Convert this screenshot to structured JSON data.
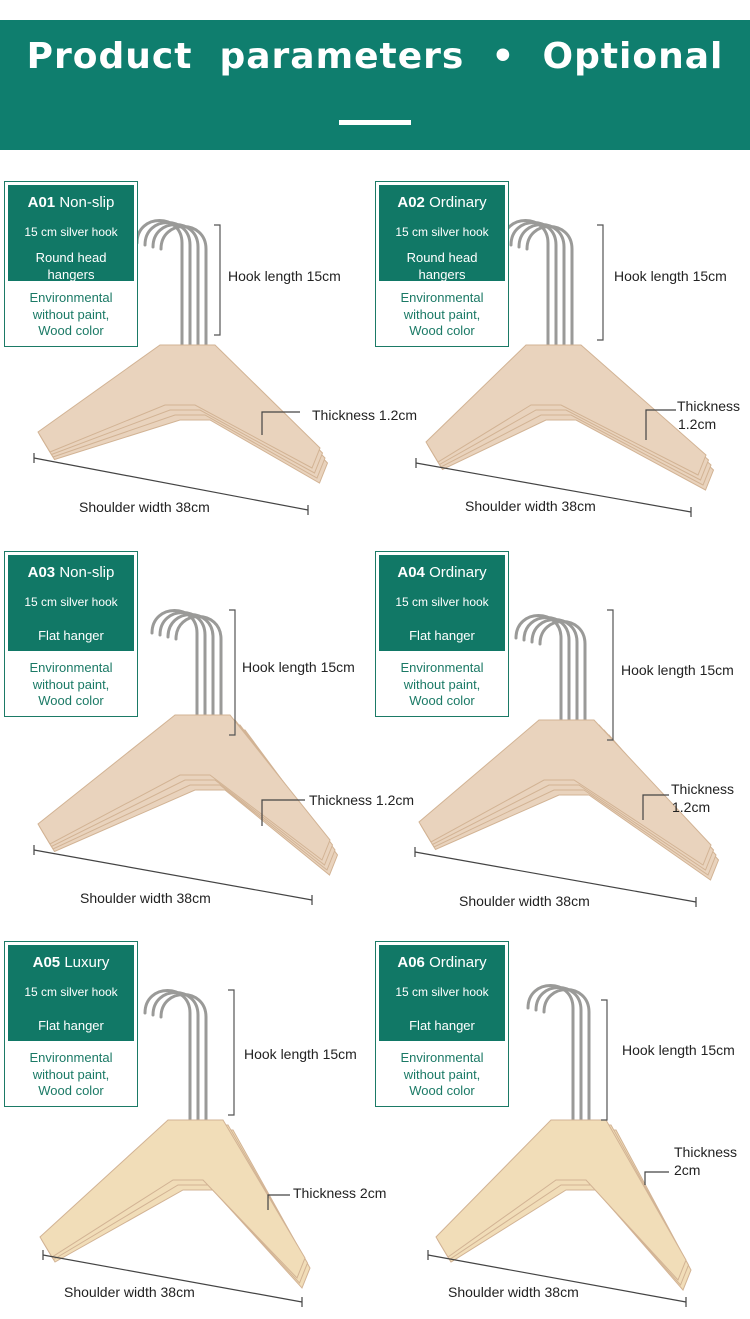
{
  "header": {
    "title": "Product  parameters  •  Optional"
  },
  "products": [
    {
      "code": "A01",
      "kind": "Non-slip",
      "hook": "15 cm silver hook",
      "type": "Round head hangers",
      "desc1": "Environmental",
      "desc2": "without paint,",
      "desc3": "Wood color",
      "hook_label": "Hook length 15cm",
      "thickness_label": "Thickness 1.2cm",
      "shoulder_label": "Shoulder width 38cm"
    },
    {
      "code": "A02",
      "kind": "Ordinary",
      "hook": "15 cm silver hook",
      "type": "Round head hangers",
      "desc1": "Environmental",
      "desc2": "without paint,",
      "desc3": "Wood color",
      "hook_label": "Hook length 15cm",
      "thickness_label1": "Thickness",
      "thickness_label2": "1.2cm",
      "shoulder_label": "Shoulder width 38cm"
    },
    {
      "code": "A03",
      "kind": "Non-slip",
      "hook": "15 cm silver hook",
      "type": "Flat hanger",
      "desc1": "Environmental",
      "desc2": "without paint,",
      "desc3": "Wood color",
      "hook_label": "Hook length 15cm",
      "thickness_label": "Thickness 1.2cm",
      "shoulder_label": "Shoulder width 38cm"
    },
    {
      "code": "A04",
      "kind": "Ordinary",
      "hook": "15 cm silver hook",
      "type": "Flat hanger",
      "desc1": "Environmental",
      "desc2": "without paint,",
      "desc3": "Wood color",
      "hook_label": "Hook length 15cm",
      "thickness_label1": "Thickness",
      "thickness_label2": "1.2cm",
      "shoulder_label": "Shoulder width 38cm"
    },
    {
      "code": "A05",
      "kind": "Luxury",
      "hook": "15 cm silver hook",
      "type": "Flat hanger",
      "desc1": "Environmental",
      "desc2": "without paint,",
      "desc3": "Wood color",
      "hook_label": "Hook length 15cm",
      "thickness_label": "Thickness 2cm",
      "shoulder_label": "Shoulder width 38cm"
    },
    {
      "code": "A06",
      "kind": "Ordinary",
      "hook": "15 cm silver hook",
      "type": "Flat hanger",
      "desc1": "Environmental",
      "desc2": "without paint,",
      "desc3": "Wood color",
      "hook_label": "Hook length 15cm",
      "thickness_label1": "Thickness",
      "thickness_label2": "2cm",
      "shoulder_label": "Shoulder width 38cm"
    }
  ],
  "colors": {
    "brand": "#0f7e6e",
    "wood": "#e9d3bd",
    "wood_light": "#f1ddb8",
    "hook": "#9a9a98"
  }
}
